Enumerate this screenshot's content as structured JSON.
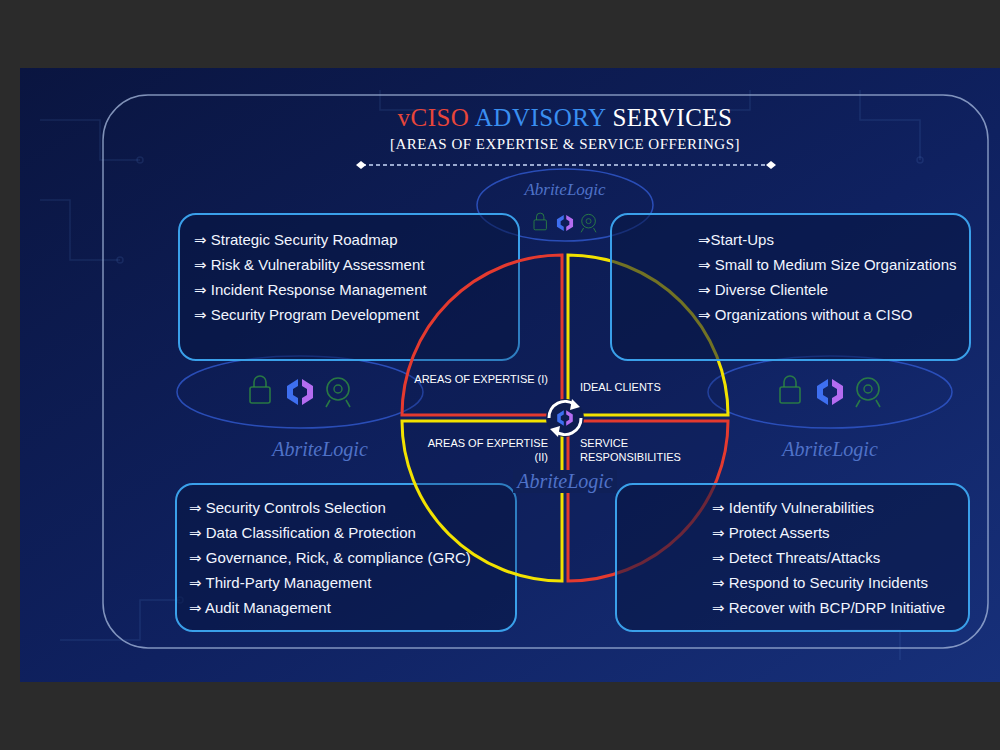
{
  "diagram": {
    "title": "vCISO ADVISORY SERVICES",
    "nodes": [
      {
        "text": [
          "⇒ Strategic Security Roadmap",
          "⇒ Risk & Vulnerability Assessment",
          "⇒ Incident Response Management",
          "⇒ Security Program Development"
        ]
      },
      {
        "text": [
          "AREAS OF EXPERTISE (I)"
        ]
      },
      {
        "text": [
          "IDEAL CLIENTS"
        ]
      },
      {
        "text": [
          "⇒Start-Ups",
          "⇒ Small to Medium Size Organizations",
          "⇒ Diverse Clientele",
          "⇒ Organizations without a CISO"
        ]
      },
      {
        "text": [
          "⇒ Security Controls Selection",
          "⇒ Data Classification & Protection",
          "⇒ Governance, Rick, & compliance (GRC)",
          "⇒ Third-Party Management",
          "⇒ Audit Management"
        ]
      },
      {
        "text": [
          "AREAS OF EXPERTISE (II)"
        ]
      },
      {
        "text": [
          "SERVICE RESPONSIBILITIES"
        ]
      },
      {
        "text": [
          "⇒ Identify Vulnerabilities",
          "⇒ Protect Asserts",
          "⇒ Detect Threats/Attacks",
          "⇒ Respond to Security Incidents",
          "⇒ Recover with BCP/DRP Initiative"
        ]
      }
    ],
    "labels": [
      "[AREAS OF EXPERTISE & SERVICE OFFERINGS]",
      "AbriteLogic",
      "AbriteLogic",
      "AbriteLogic",
      "AbriteLogic"
    ]
  }
}
